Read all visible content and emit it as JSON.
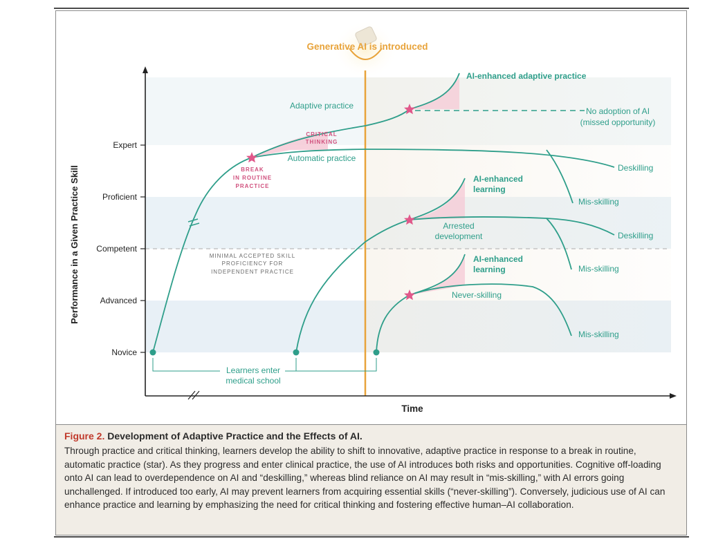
{
  "figure": {
    "ai_event_label": "Generative AI is introduced",
    "y_axis_label": "Performance in a Given Practice Skill",
    "x_axis_label": "Time",
    "y_levels": [
      "Expert",
      "Proficient",
      "Competent",
      "Advanced",
      "Novice"
    ],
    "curve_labels": {
      "adaptive_practice": "Adaptive practice",
      "automatic_practice": "Automatic practice",
      "critical_thinking_1": "CRITICAL",
      "critical_thinking_2": "THINKING",
      "break_1": "BREAK",
      "break_2": "IN ROUTINE",
      "break_3": "PRACTICE",
      "ai_adaptive": "AI-enhanced adaptive practice",
      "no_adoption_1": "No adoption of AI",
      "no_adoption_2": "(missed opportunity)",
      "deskilling_top": "Deskilling",
      "misskilling_top": "Mis-skilling",
      "ai_learning_mid_1": "AI-enhanced",
      "ai_learning_mid_2": "learning",
      "arrested_1": "Arrested",
      "arrested_2": "development",
      "deskilling_mid": "Deskilling",
      "misskilling_mid": "Mis-skilling",
      "ai_learning_low_1": "AI-enhanced",
      "ai_learning_low_2": "learning",
      "never_skilling": "Never-skilling",
      "misskilling_low": "Mis-skilling",
      "minimal_1": "MINIMAL ACCEPTED SKILL",
      "minimal_2": "PROFICIENCY FOR",
      "minimal_3": "INDEPENDENT PRACTICE",
      "learners_1": "Learners enter",
      "learners_2": "medical school"
    },
    "colors": {
      "curve": "#2e9e8a",
      "accent_orange": "#e8a33a",
      "star": "#e0588a",
      "pink_fill": "#f6c9d6",
      "band": "#e8f1f6",
      "axis": "#222222"
    }
  },
  "caption": {
    "label": "Figure 2.",
    "heading": "Development of Adaptive Practice and the Effects of AI.",
    "text": "Through practice and critical thinking, learners develop the ability to shift to innovative, adaptive practice in response to a break in routine, automatic practice (star). As they progress and enter clinical practice, the use of AI introduces both risks and opportunities. Cognitive off-loading onto AI can lead to overdependence on AI and “deskilling,” whereas blind reliance on AI may result in “mis-skilling,” with AI errors going unchallenged. If introduced too early, AI may prevent learners from acquiring essential skills (“never-skilling”). Conversely, judicious use of AI can enhance practice and learning by emphasizing the need for critical thinking and fostering effective human–AI collaboration."
  }
}
